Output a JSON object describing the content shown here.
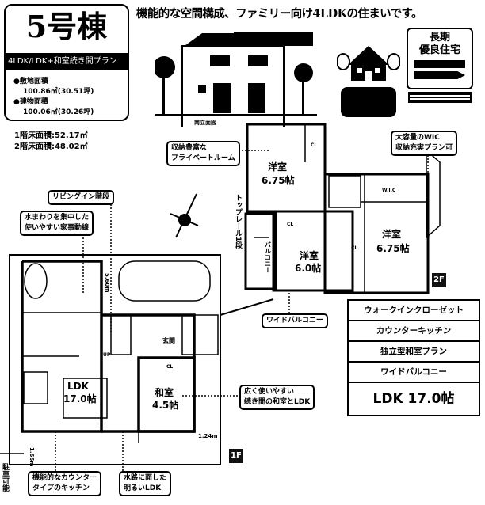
{
  "header": {
    "building_no": "5号棟",
    "plan_type": "4LDK/LDK+和室続き間プラン",
    "site_area_label": "●敷地面積",
    "site_area_value": "100.86㎡(30.51坪)",
    "building_area_label": "●建物面積",
    "building_area_value": "100.06㎡(30.26坪)",
    "floor1_area": "1階床面積:52.17㎡",
    "floor2_area": "2階床面積:48.02㎡",
    "headline": "機能的な空間構成、ファミリー向け4LDKの住まいです。"
  },
  "elevation": {
    "caption": "南立面図"
  },
  "badge": {
    "line1": "長期",
    "line2": "優良住宅"
  },
  "callouts": {
    "private_room": "収納豊富な\nプライベートルーム",
    "wic": "大容量のWIC\n収納充実プラン可",
    "living_stairs": "リビングイン階段",
    "water_area": "水まわりを集中した\n使いやすい家事動線",
    "top_rail": "トップレール1段",
    "wide_balcony": "ワイドバルコニー",
    "japanese_room": "広く使いやすい\n続き間の和室とLDK",
    "counter_kitchen": "機能的なカウンター\nタイプのキッチン",
    "bright_ldk": "水路に面した\n明るいLDK"
  },
  "floor2": {
    "badge": "2F",
    "rooms": [
      {
        "name": "洋室",
        "size": "6.75帖"
      },
      {
        "name": "洋室",
        "size": "6.0帖"
      },
      {
        "name": "洋室",
        "size": "6.75帖"
      }
    ],
    "wic": "W.I.C",
    "closet": "CL",
    "balcony": "バルコニー"
  },
  "floor1": {
    "badge": "1F",
    "ldk": {
      "name": "LDK",
      "size": "17.0帖"
    },
    "washitsu": {
      "name": "和室",
      "size": "4.5帖"
    },
    "entrance": "玄関",
    "closet": "CL",
    "dim_right": "1.24m",
    "dim_left": "1.66m",
    "dim_parking": "5.60m",
    "up": "UP",
    "parking_note": "駐車可能"
  },
  "features": [
    "ウォークインクローゼット",
    "カウンターキッチン",
    "独立型和室プラン",
    "ワイドバルコニー",
    "LDK 17.0帖"
  ]
}
